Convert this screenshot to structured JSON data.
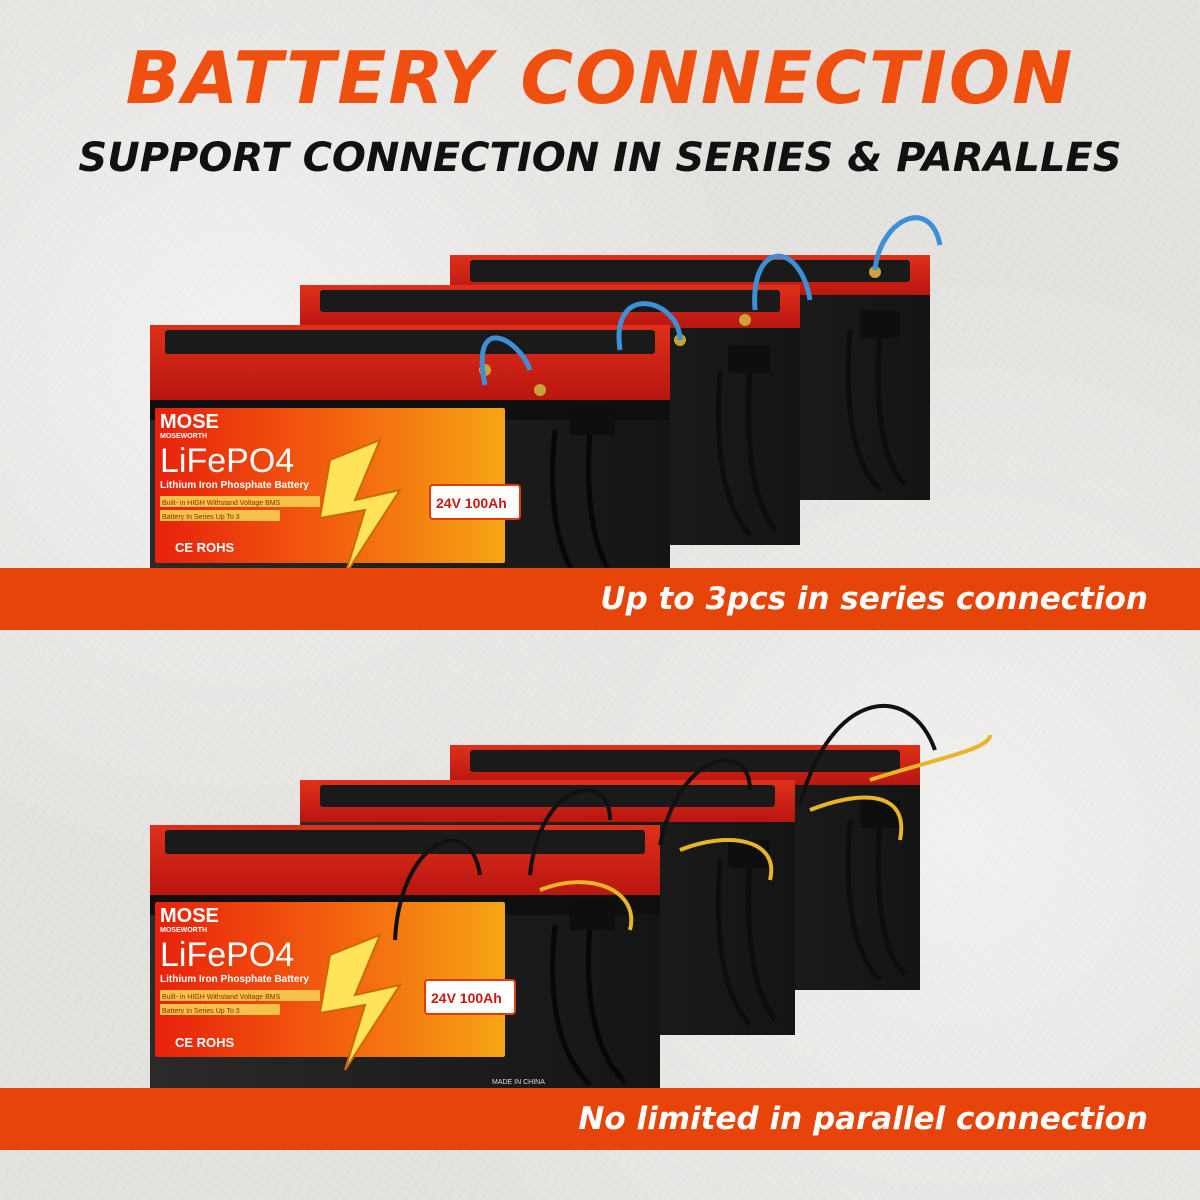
{
  "header": {
    "title": "BATTERY CONNECTION",
    "subtitle": "SUPPORT CONNECTION IN SERIES & PARALLES"
  },
  "battery": {
    "brand": "MOSE",
    "brand_sub": "MOSEWORTH",
    "chem": "LiFePO4",
    "desc": "Lithium Iron Phosphate Battery",
    "bms": "Built- in HIGH Withstand Voltage BMS",
    "series_note": "Battery In Series Up To 3",
    "rating": "24V 100Ah",
    "certs": "CE ROHS",
    "made_in": "MADE IN CHINA"
  },
  "sections": {
    "series": {
      "caption": "Up to 3pcs in series connection"
    },
    "parallel": {
      "caption": "No limited in parallel connection"
    }
  },
  "colors": {
    "accent": "#f0500f",
    "band": "#e64408",
    "series_wire": "#3d8fd6",
    "parallel_wire_neg": "#111111",
    "parallel_wire_pos": "#e8b428"
  }
}
